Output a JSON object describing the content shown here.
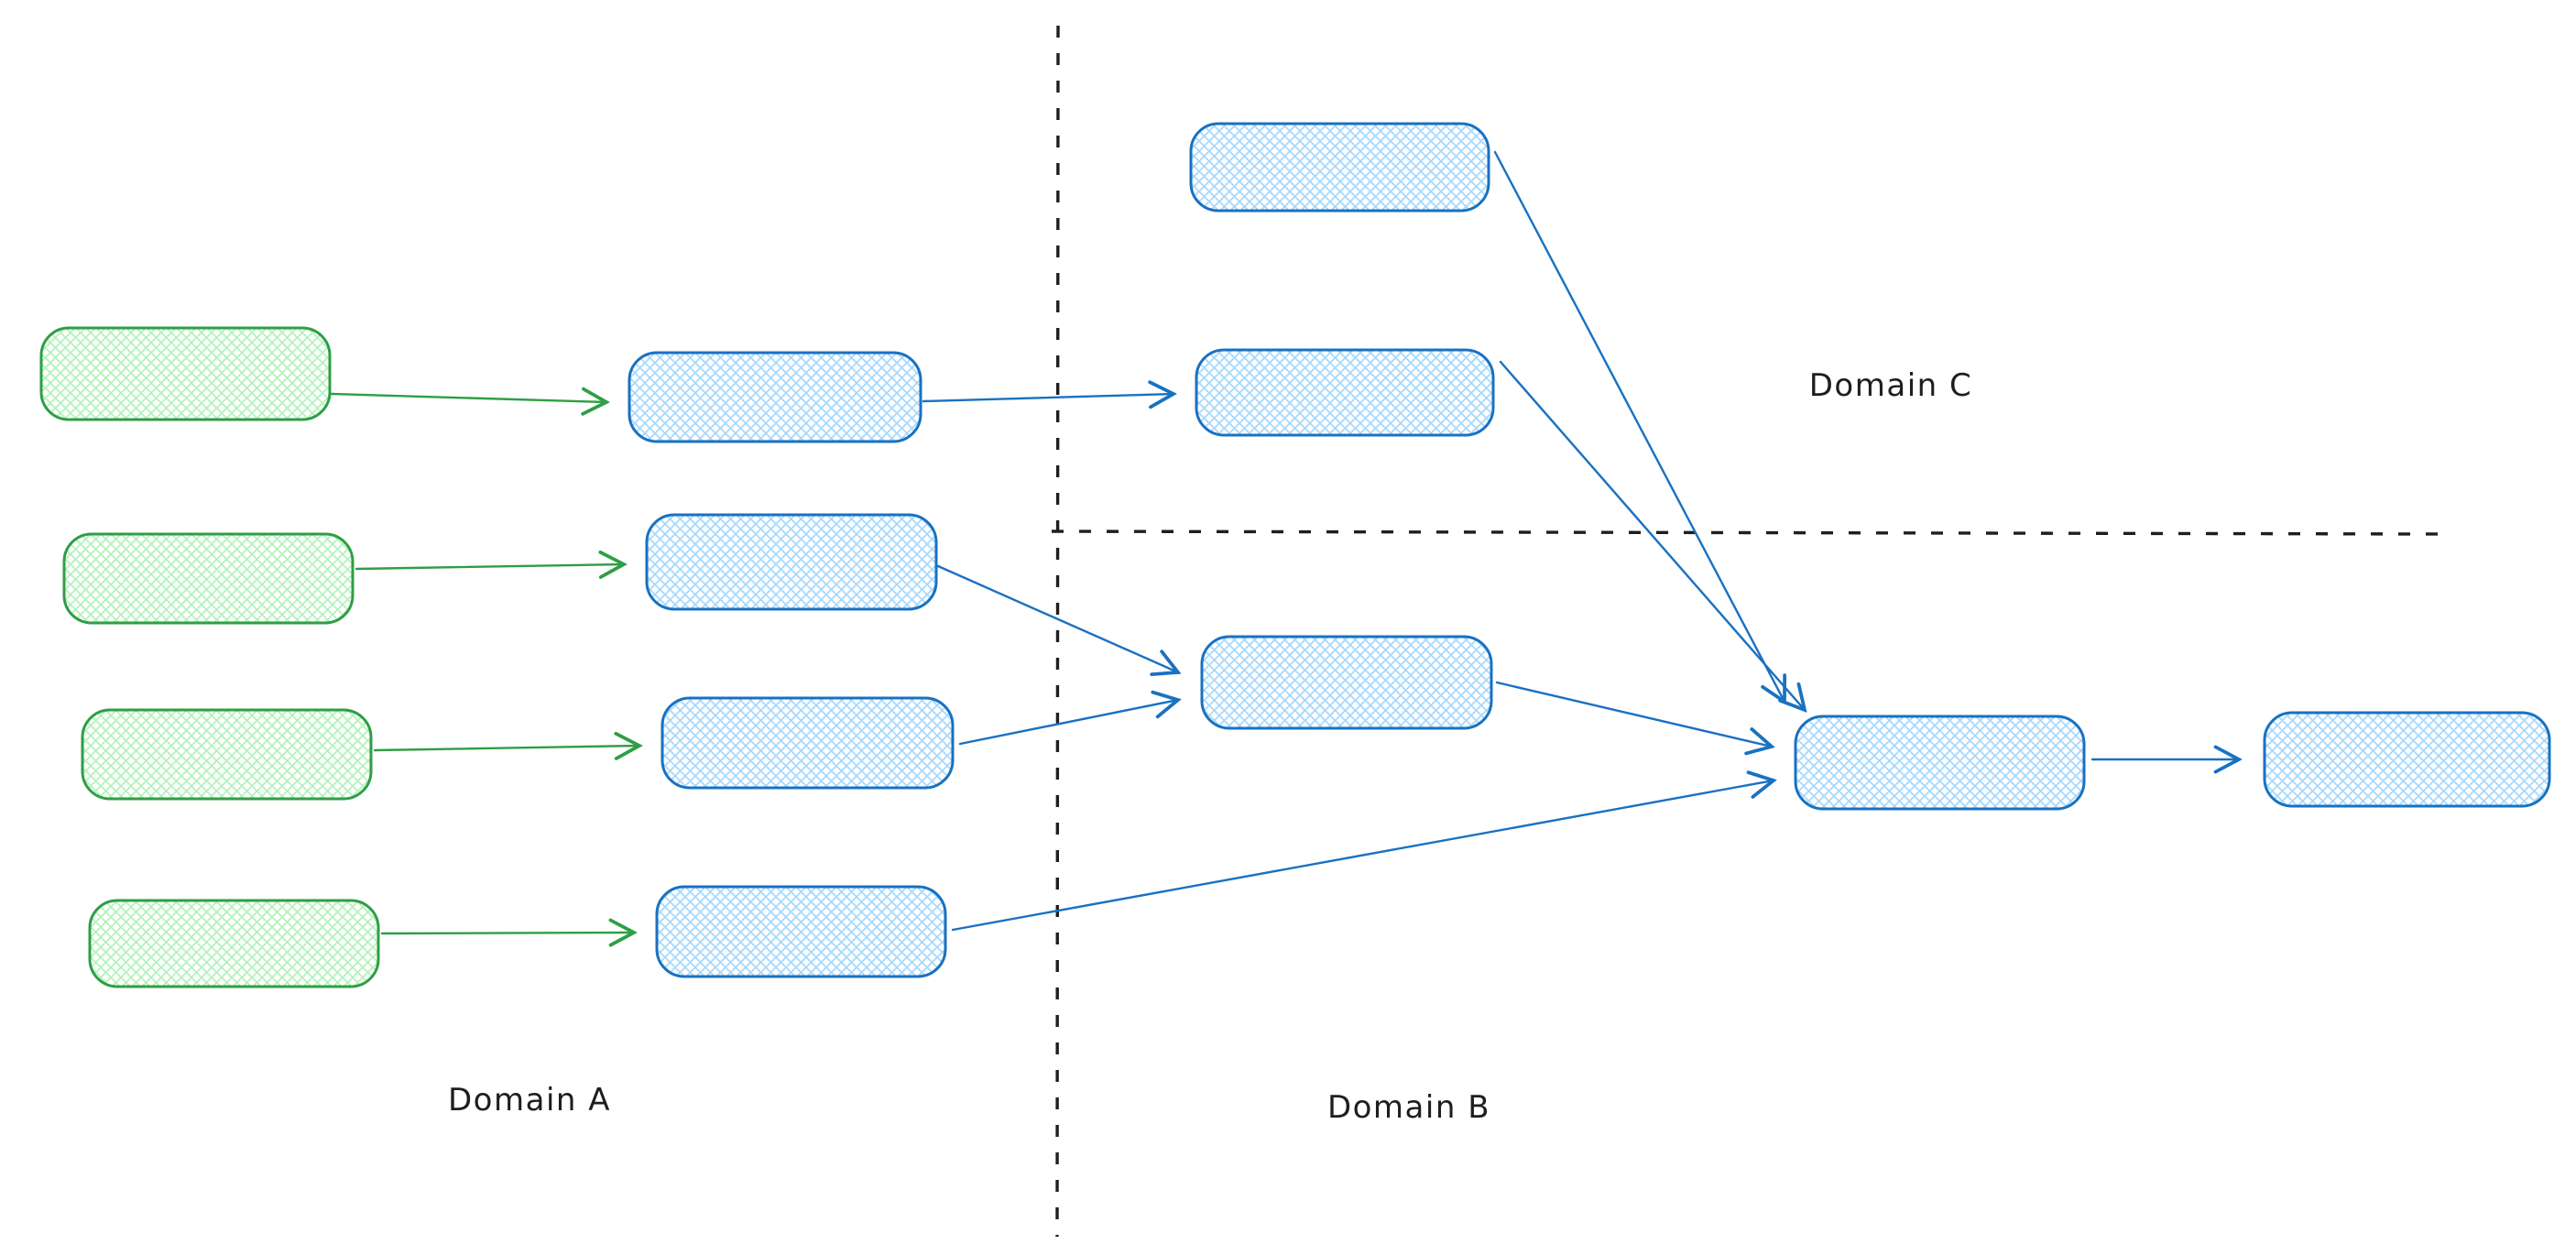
{
  "diagram": {
    "type": "flow-diagram",
    "style": "hand-drawn-whiteboard",
    "background": "#ffffff",
    "labels": {
      "domain_a": "Domain A",
      "domain_b": "Domain B",
      "domain_c": "Domain C"
    },
    "colors": {
      "green_stroke": "#2f9e44",
      "green_hatch": "#b2f2bb",
      "blue_stroke": "#1971c2",
      "blue_hatch": "#a5d8ff",
      "divider": "#1e1e1e",
      "text": "#1e1e1e"
    },
    "nodes": [
      {
        "id": "source-box-1",
        "domain": "A",
        "style": "green-crosshatch",
        "text": ""
      },
      {
        "id": "source-box-2",
        "domain": "A",
        "style": "green-crosshatch",
        "text": ""
      },
      {
        "id": "source-box-3",
        "domain": "A",
        "style": "green-crosshatch",
        "text": ""
      },
      {
        "id": "source-box-4",
        "domain": "A",
        "style": "green-crosshatch",
        "text": ""
      },
      {
        "id": "domain-a-box-1",
        "domain": "A",
        "style": "blue-crosshatch",
        "text": ""
      },
      {
        "id": "domain-a-box-2",
        "domain": "A",
        "style": "blue-crosshatch",
        "text": ""
      },
      {
        "id": "domain-a-box-3",
        "domain": "A",
        "style": "blue-crosshatch",
        "text": ""
      },
      {
        "id": "domain-a-box-4",
        "domain": "A",
        "style": "blue-crosshatch",
        "text": ""
      },
      {
        "id": "domain-c-box-1",
        "domain": "C",
        "style": "blue-crosshatch",
        "text": ""
      },
      {
        "id": "domain-c-box-2",
        "domain": "C",
        "style": "blue-crosshatch",
        "text": ""
      },
      {
        "id": "domain-b-box-1",
        "domain": "B",
        "style": "blue-crosshatch",
        "text": ""
      },
      {
        "id": "domain-b-hub-box",
        "domain": "B",
        "style": "blue-crosshatch",
        "text": ""
      },
      {
        "id": "domain-b-output-box",
        "domain": "B",
        "style": "blue-crosshatch",
        "text": ""
      }
    ],
    "edges": [
      {
        "id": "e1",
        "from": "source-box-1",
        "to": "domain-a-box-1",
        "color": "green"
      },
      {
        "id": "e2",
        "from": "source-box-2",
        "to": "domain-a-box-2",
        "color": "green"
      },
      {
        "id": "e3",
        "from": "source-box-3",
        "to": "domain-a-box-3",
        "color": "green"
      },
      {
        "id": "e4",
        "from": "source-box-4",
        "to": "domain-a-box-4",
        "color": "green"
      },
      {
        "id": "e5",
        "from": "domain-a-box-1",
        "to": "domain-c-box-2",
        "color": "blue"
      },
      {
        "id": "e6",
        "from": "domain-a-box-2",
        "to": "domain-b-box-1",
        "color": "blue"
      },
      {
        "id": "e7",
        "from": "domain-a-box-3",
        "to": "domain-b-box-1",
        "color": "blue"
      },
      {
        "id": "e8",
        "from": "domain-a-box-4",
        "to": "domain-b-hub-box",
        "color": "blue"
      },
      {
        "id": "e9",
        "from": "domain-c-box-1",
        "to": "domain-b-hub-box",
        "color": "blue"
      },
      {
        "id": "e10",
        "from": "domain-c-box-2",
        "to": "domain-b-hub-box",
        "color": "blue"
      },
      {
        "id": "e11",
        "from": "domain-b-box-1",
        "to": "domain-b-hub-box",
        "color": "blue"
      },
      {
        "id": "e12",
        "from": "domain-b-hub-box",
        "to": "domain-b-output-box",
        "color": "blue"
      }
    ],
    "dividers": [
      {
        "id": "vertical-divider",
        "orientation": "vertical",
        "separates": "Domain A | Domains B/C"
      },
      {
        "id": "horizontal-divider",
        "orientation": "horizontal",
        "separates": "Domain C / Domain B"
      }
    ]
  }
}
